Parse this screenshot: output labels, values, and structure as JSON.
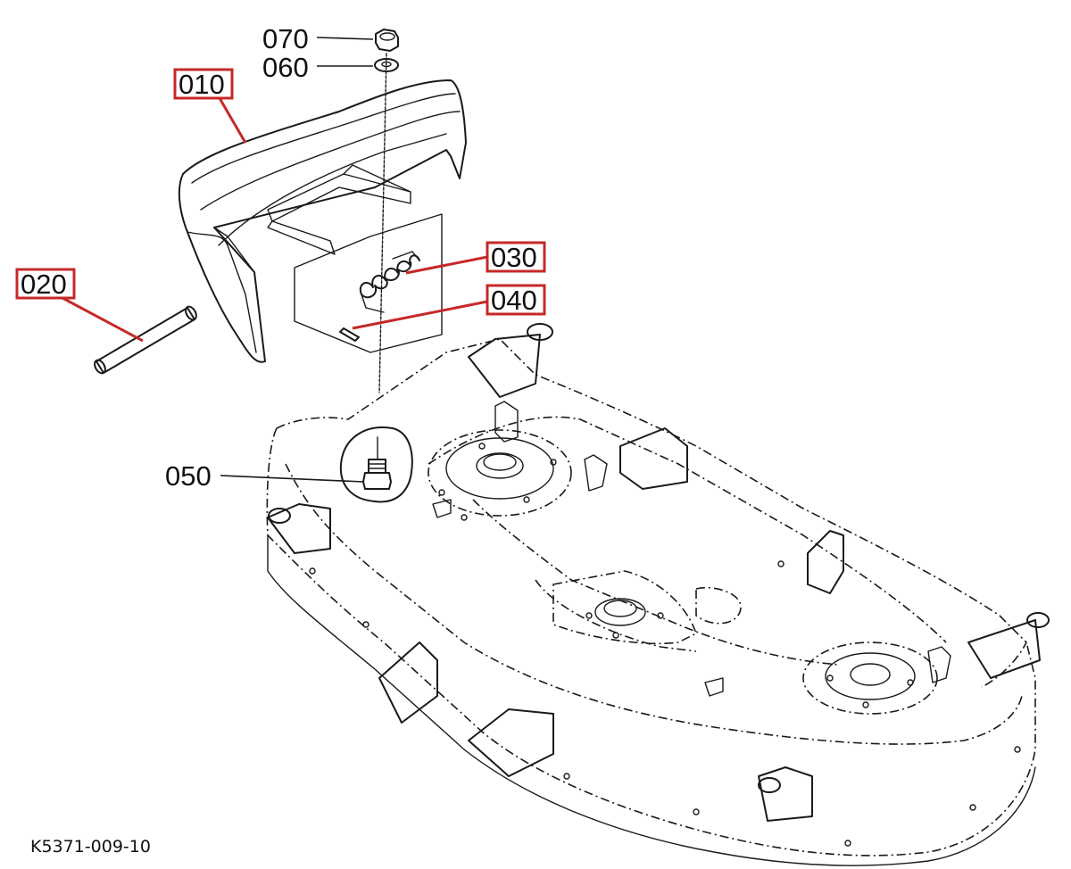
{
  "figure": {
    "reference_code": "K5371-009-10"
  },
  "callouts": {
    "c070": "070",
    "c060": "060",
    "c010": "010",
    "c020": "020",
    "c030": "030",
    "c040": "040",
    "c050": "050"
  },
  "colors": {
    "highlight": "#c62828",
    "ink": "#1a1a1a",
    "background": "#ffffff"
  }
}
